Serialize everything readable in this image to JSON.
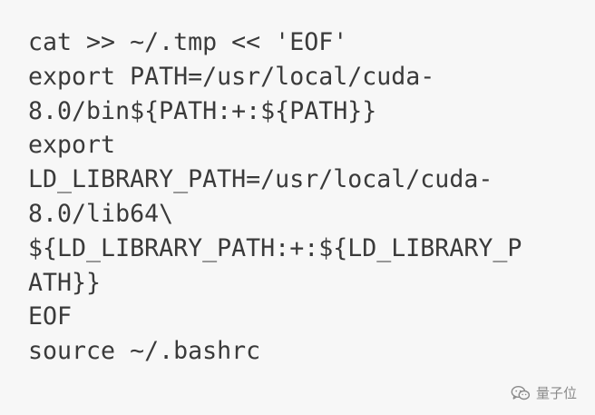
{
  "code": {
    "lines": [
      "cat >> ~/.tmp << 'EOF'",
      "export PATH=/usr/local/cuda-",
      "8.0/bin${PATH:+:${PATH}}",
      "export",
      "LD_LIBRARY_PATH=/usr/local/cuda-",
      "8.0/lib64\\",
      "${LD_LIBRARY_PATH:+:${LD_LIBRARY_P",
      "ATH}}",
      "EOF",
      "source ~/.bashrc"
    ]
  },
  "watermark": {
    "text": "量子位",
    "icon": "wechat-icon",
    "color": "#8a8a8a"
  }
}
